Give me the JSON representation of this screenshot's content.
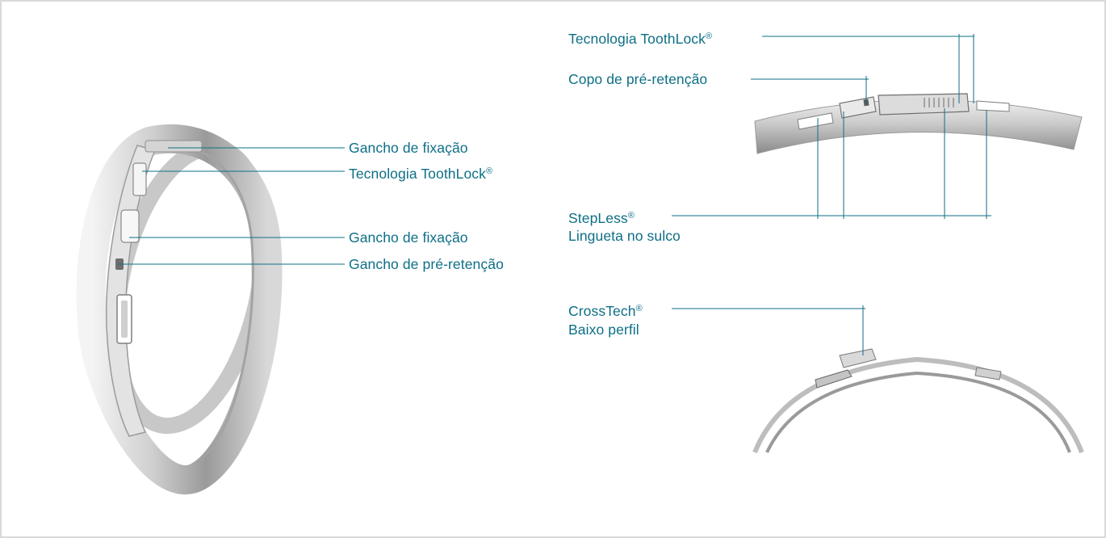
{
  "colors": {
    "label_text": "#0e6f86",
    "leader_line": "#0e6f86",
    "metal_light": "#f2f2f2",
    "metal_mid": "#b9b9b9",
    "metal_dark": "#7a7a7a",
    "frame_border": "#d9d9d9"
  },
  "left_figure": {
    "labels": {
      "fixing_hook_1": "Gancho de fixação",
      "toothlock": "Tecnologia ToothLock",
      "toothlock_mark": "®",
      "fixing_hook_2": "Gancho de fixação",
      "pre_retention_hook": "Gancho de pré-retenção"
    }
  },
  "top_right_figure": {
    "labels": {
      "toothlock": "Tecnologia ToothLock",
      "toothlock_mark": "®",
      "pre_retention_cup": "Copo de pré-retenção",
      "stepless": "StepLess",
      "stepless_mark": "®",
      "tongue_in_groove": "Lingueta no sulco"
    }
  },
  "bottom_right_figure": {
    "labels": {
      "crosstech": "CrossTech",
      "crosstech_mark": "®",
      "low_profile": "Baixo perfil"
    }
  }
}
